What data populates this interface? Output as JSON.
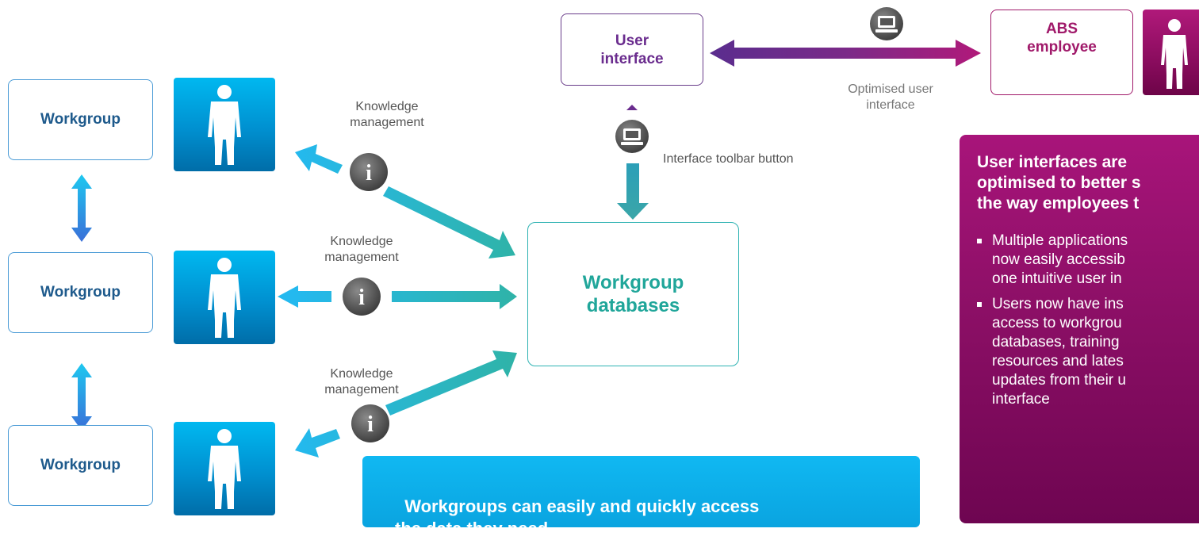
{
  "workgroups": [
    {
      "label": "Workgroup"
    },
    {
      "label": "Workgroup"
    },
    {
      "label": "Workgroup"
    }
  ],
  "knowledge_labels": [
    {
      "label": "Knowledge\nmanagement"
    },
    {
      "label": "Knowledge\nmanagement"
    },
    {
      "label": "Knowledge\nmanagement"
    }
  ],
  "database": {
    "label": "Workgroup\ndatabases"
  },
  "user_interface": {
    "label": "User\ninterface"
  },
  "abs_employee": {
    "label": "ABS\nemployee"
  },
  "optimised_label": "Optimised user\ninterface",
  "toolbar_label": "Interface toolbar button",
  "ui_panel": {
    "heading": "User interfaces are\noptimised to better s\nthe way employees t",
    "bullets": [
      "Multiple applications\nnow easily accessib\none intuitive user in",
      "Users now have ins\naccess to workgrou\ndatabases, training\nresources and lates\nupdates from their u\ninterface"
    ]
  },
  "workgroup_panel": {
    "text": "Workgroups can easily and quickly access\nthe data they need"
  },
  "colors": {
    "workgroup_blue": "#1e5a8c",
    "arrow_teal": "#2ab0c8",
    "db_teal": "#20a69a",
    "purple": "#6a2c8e",
    "magenta": "#a0196a"
  },
  "icons": {
    "info": "info-icon",
    "computer": "computer-icon",
    "person": "person-icon"
  }
}
